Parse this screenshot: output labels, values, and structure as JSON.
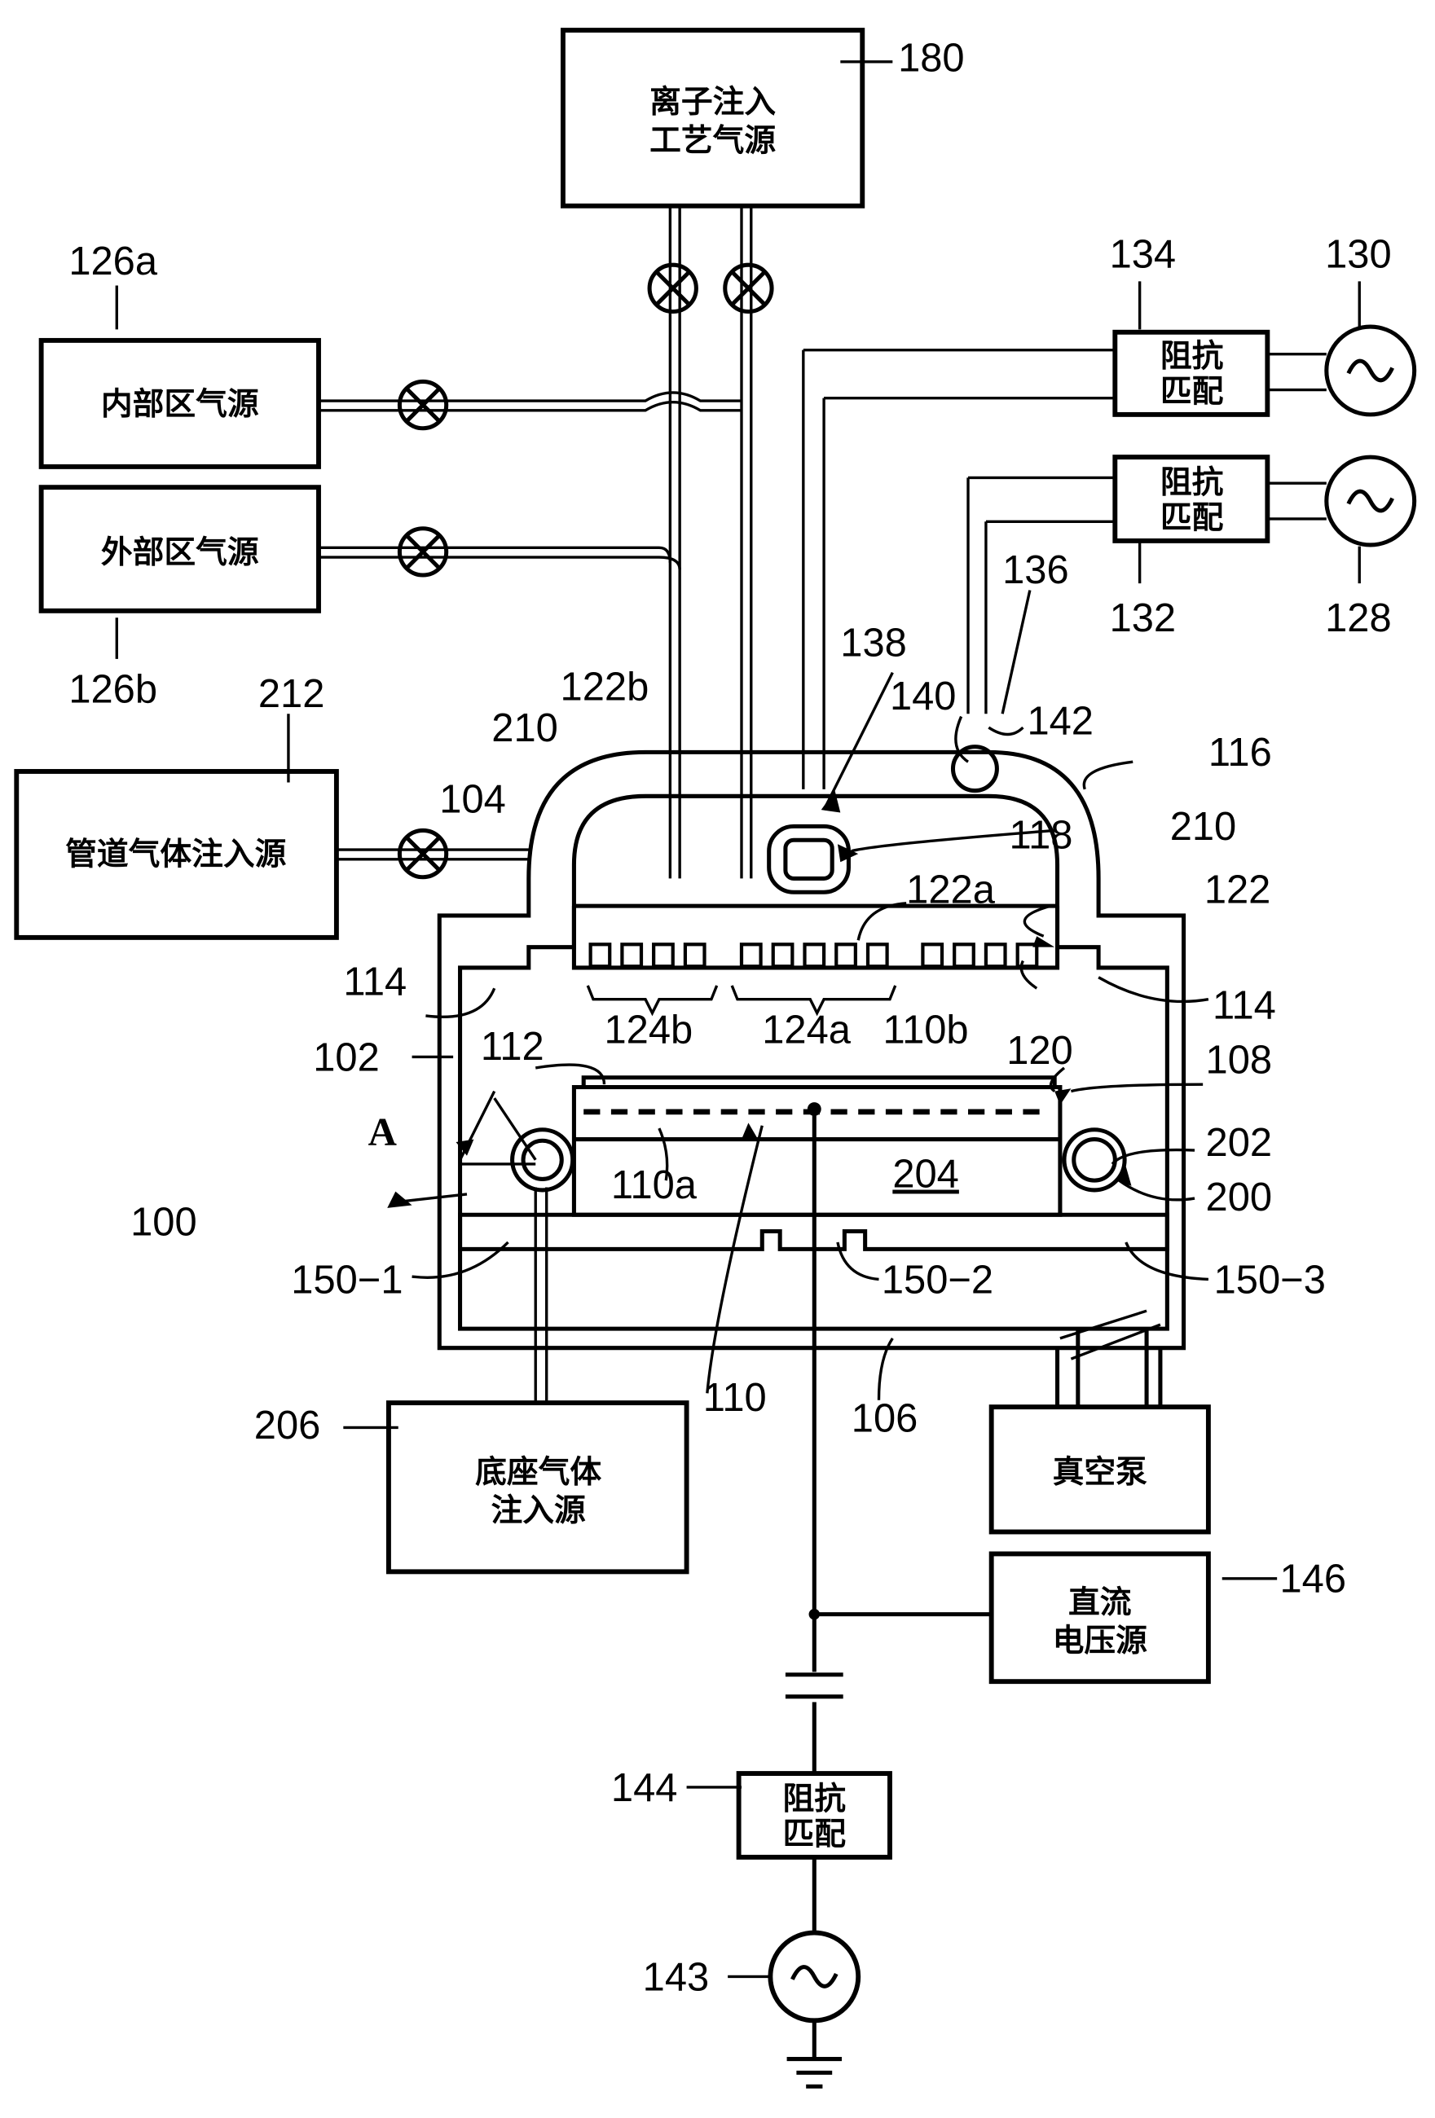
{
  "boxes": {
    "ion_source": [
      "离子注入",
      "工艺气源"
    ],
    "inner_zone": "内部区气源",
    "outer_zone": "外部区气源",
    "pipe_gas": "管道气体注入源",
    "match_134": [
      "阻抗",
      "匹配"
    ],
    "match_132": [
      "阻抗",
      "匹配"
    ],
    "match_144": [
      "阻抗",
      "匹配"
    ],
    "pedestal_gas": [
      "底座气体",
      "注入源"
    ],
    "vacuum": "真空泵",
    "dc": [
      "直流",
      "电压源"
    ]
  },
  "labels": {
    "l180": "180",
    "l126a": "126a",
    "l126b": "126b",
    "l212": "212",
    "l134": "134",
    "l130": "130",
    "l132": "132",
    "l128": "128",
    "l136": "136",
    "l138": "138",
    "l140": "140",
    "l142": "142",
    "l122b": "122b",
    "l210a": "210",
    "l210b": "210",
    "l116": "116",
    "l104": "104",
    "l118": "118",
    "l122a": "122a",
    "l122": "122",
    "l114a": "114",
    "l114b": "114",
    "l124b": "124b",
    "l124a": "124a",
    "l110b": "110b",
    "l120": "120",
    "l102": "102",
    "l112": "112",
    "l108": "108",
    "lA": "A",
    "l110a": "110a",
    "l204": "204",
    "l202": "202",
    "l200": "200",
    "l100": "100",
    "l150_1": "150−1",
    "l150_2": "150−2",
    "l150_3": "150−3",
    "l206": "206",
    "l110": "110",
    "l106": "106",
    "l146": "146",
    "l144": "144",
    "l143": "143"
  }
}
